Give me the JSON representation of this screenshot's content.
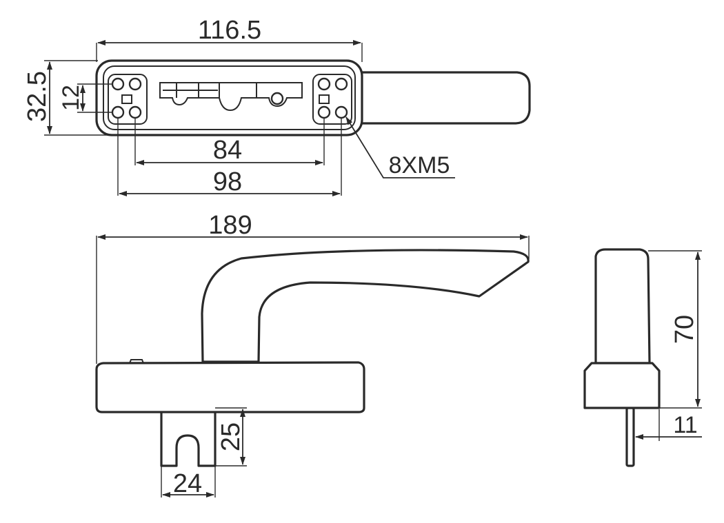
{
  "top_view": {
    "overall_length": "116.5",
    "height": "32.5",
    "hole_vertical_spacing": "12",
    "inner_hole_spacing": "84",
    "outer_hole_spacing": "98",
    "screw_callout": "8XM5"
  },
  "front_view": {
    "handle_length": "189",
    "spindle_length": "25",
    "spindle_width": "24"
  },
  "side_view": {
    "height": "70",
    "spindle_offset": "11"
  }
}
